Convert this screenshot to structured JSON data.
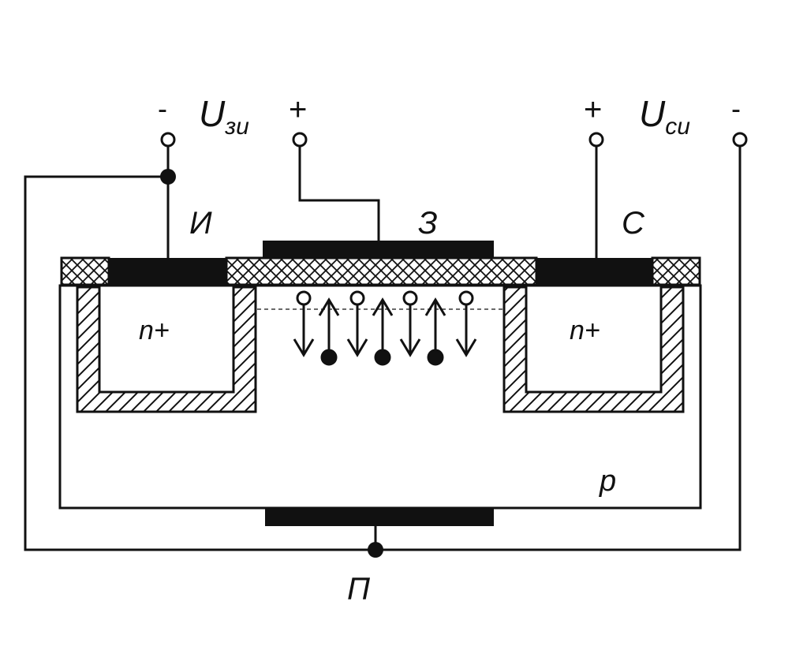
{
  "voltage_gate_source": {
    "name": "U",
    "subscript": "зи",
    "minus": "-",
    "plus": "+"
  },
  "voltage_drain_source": {
    "name": "U",
    "subscript": "си",
    "minus": "-",
    "plus": "+"
  },
  "terminals": {
    "source": "И",
    "gate": "З",
    "drain": "С",
    "substrate": "П"
  },
  "regions": {
    "source_region": "n+",
    "drain_region": "n+",
    "substrate": "p"
  },
  "carriers": {
    "electrons": 3,
    "holes": 4
  },
  "colors": {
    "line": "#111111",
    "background": "#ffffff"
  }
}
